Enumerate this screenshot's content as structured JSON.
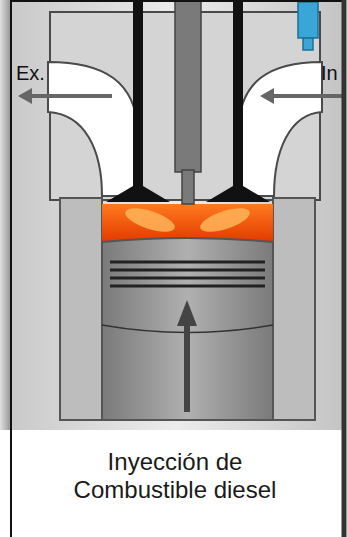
{
  "diagram": {
    "caption": "Inyección de Combustible diesel",
    "labels": [
      "Ex.",
      "In"
    ]
  }
}
